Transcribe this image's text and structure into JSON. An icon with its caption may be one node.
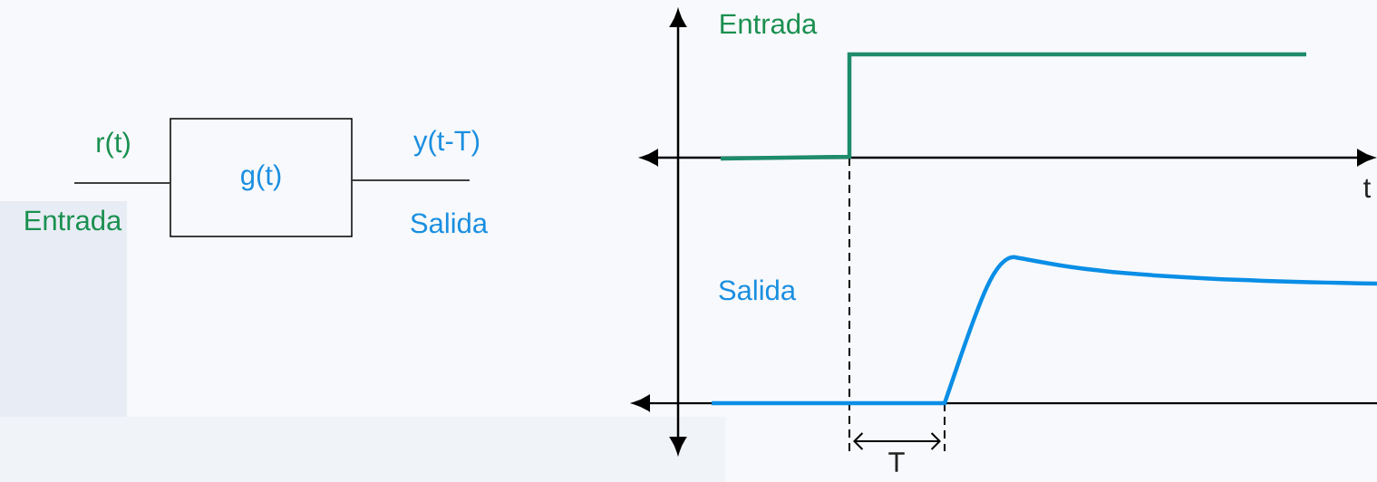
{
  "diagram": {
    "nodes": [
      {
        "text": [
          "r(t)",
          "Entrada"
        ]
      },
      {
        "text": [
          "g(t)"
        ]
      },
      {
        "text": [
          "y(t-T)",
          "Salida"
        ]
      }
    ],
    "edges": [
      {
        "from": 0,
        "to": 1,
        "arrow": "none"
      },
      {
        "from": 1,
        "to": 2,
        "arrow": "none"
      }
    ],
    "labels": [
      "Entrada",
      "t",
      "Salida",
      "T"
    ]
  }
}
